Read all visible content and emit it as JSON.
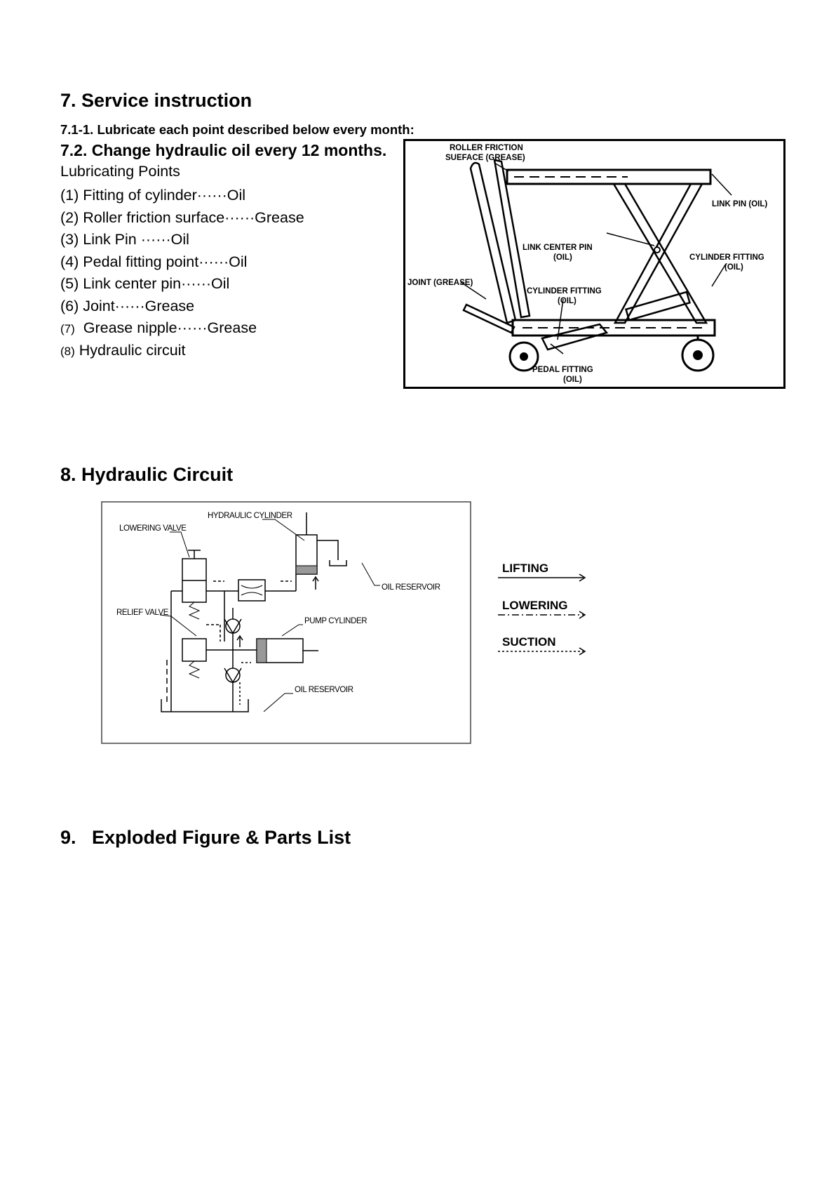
{
  "section7": {
    "title": "7.  Service instruction",
    "line1": "7.1-1. Lubricate each point described below every month:",
    "line2": "7.2. Change hydraulic oil every 12 months.",
    "points_heading": "Lubricating Points",
    "points": [
      {
        "num": "(1)",
        "text": "Fitting of cylinder······Oil"
      },
      {
        "num": "(2)",
        "text": "Roller friction surface······Grease"
      },
      {
        "num": "(3)",
        "text": "Link Pin  ······Oil"
      },
      {
        "num": "(4)",
        "text": "Pedal fitting point······Oil"
      },
      {
        "num": "(5)",
        "text": "Link center pin······Oil"
      },
      {
        "num": "(6)",
        "text": "Joint······Grease"
      },
      {
        "num": "(7)",
        "text": "  Grease nipple······Grease"
      },
      {
        "num": "(8)",
        "text": "Hydraulic circuit"
      }
    ],
    "diagram_labels": {
      "roller_1": "ROLLER FRICTION",
      "roller_2": "SUEFACE (GREASE)",
      "link_pin": "LINK PIN (OIL)",
      "link_center_1": "LINK CENTER PIN",
      "link_center_2": "(OIL)",
      "cyl_fit_r_1": "CYLINDER FITTING",
      "cyl_fit_r_2": "(OIL)",
      "joint": "JOINT (GREASE)",
      "cyl_fit_c_1": "CYLINDER FITTING",
      "cyl_fit_c_2": "(OIL)",
      "pedal_1": "PEDAL FITTING",
      "pedal_2": "(OIL)"
    }
  },
  "section8": {
    "title": "8.  Hydraulic Circuit",
    "labels": {
      "hyd_cyl": "HYDRAULIC CYLINDER",
      "lowering_valve": "LOWERING VALVE",
      "oil_res_top": "OIL RESERVOIR",
      "relief_valve": "RELIEF VALVE",
      "pump_cyl": "PUMP CYLINDER",
      "oil_res_bottom": "OIL RESERVOIR"
    },
    "legend": [
      "LIFTING",
      "LOWERING",
      "SUCTION"
    ]
  },
  "section9": {
    "title": "9.   Exploded Figure & Parts List"
  }
}
